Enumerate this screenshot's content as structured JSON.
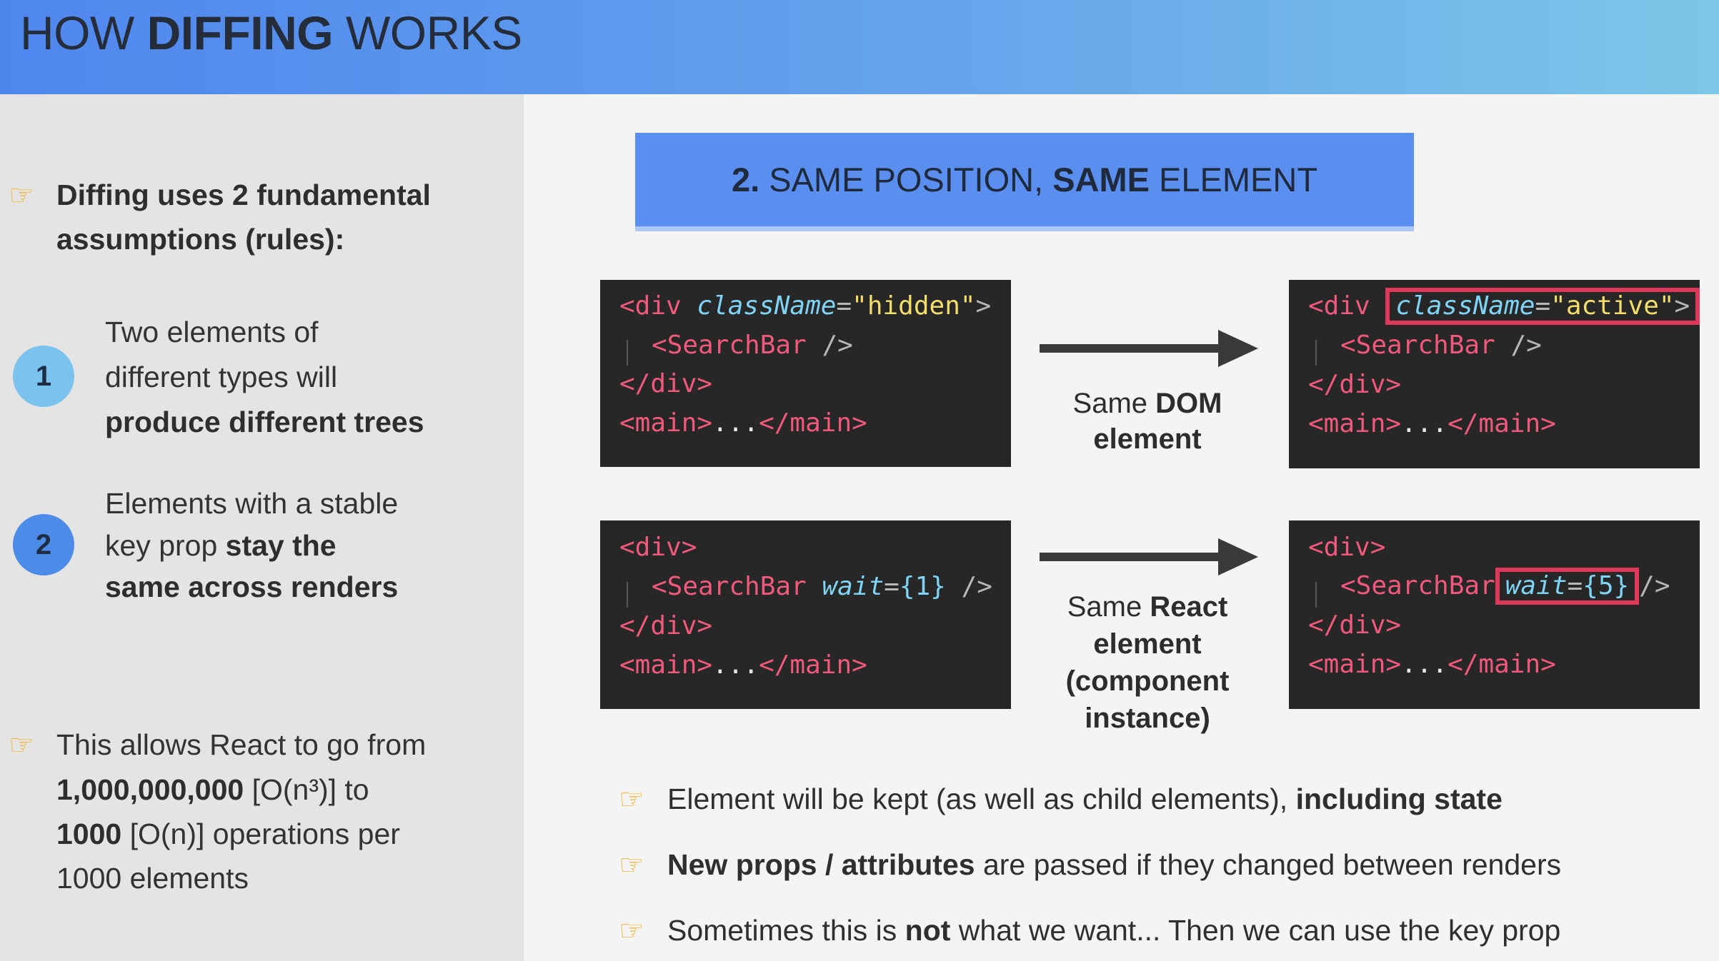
{
  "header": {
    "title_pre": "HOW ",
    "title_bold": "DIFFING",
    "title_post": " WORKS"
  },
  "left": {
    "intro_line1": "Diffing uses 2 fundamental",
    "intro_line2": "assumptions (rules):",
    "rules": [
      {
        "num": "1",
        "line1": "Two elements of",
        "line2": "different types will",
        "line3_bold": "produce different trees"
      },
      {
        "num": "2",
        "line1": "Elements with a stable",
        "line2_pre": "key prop ",
        "line2_bold": "stay the",
        "line3_bold": "same across renders"
      }
    ],
    "outro_line1": "This allows React to go from",
    "outro_line2_bold": "1,000,000,000",
    "outro_line2_rest": " [O(n³)] to",
    "outro_line3_bold": "1000",
    "outro_line3_rest": " [O(n)] operations per",
    "outro_line4": "1000 elements"
  },
  "rule_box": {
    "num": "2.",
    "text1": " SAME POSITION, ",
    "bold": "SAME",
    "text2": " ELEMENT"
  },
  "code": {
    "div_open": "<div",
    "div_close_tag": "</div>",
    "div_simple": "<div>",
    "main_open": "<main>",
    "ellipsis": "...",
    "main_close": "</main>",
    "attr_class": "className",
    "eq": "=",
    "val_hidden": "\"hidden\"",
    "val_active": "\"active\"",
    "gt": ">",
    "searchbar": "<SearchBar",
    "selfclose": "/>",
    "attr_wait": "wait",
    "wait1": "{1}",
    "wait5": "{5}"
  },
  "labels": {
    "dom_pre": "Same ",
    "dom_bold": "DOM",
    "dom_line2": "element",
    "react_pre": "Same ",
    "react_bold": "React",
    "react_line2": "element",
    "react_line3": "(component",
    "react_line4": "instance)"
  },
  "bullets": {
    "b1_text": "Element will be kept (as well as child elements), ",
    "b1_bold": "including state",
    "b2_bold": "New props / attributes",
    "b2_text": " are passed if they changed between renders",
    "b3_pre": "Sometimes this is ",
    "b3_bold": "not",
    "b3_post": " what we want... Then we can use the key prop"
  },
  "icons": {
    "pointing_hand": "☞",
    "arrow": "right-arrow"
  },
  "colors": {
    "header_start": "#4f86ee",
    "header_end": "#7cc7e8",
    "rule_box": "#5a8ff0",
    "code_bg": "#272727",
    "highlight": "#e0385a",
    "circle1": "#79c3ee",
    "circle2": "#4d8be9"
  }
}
